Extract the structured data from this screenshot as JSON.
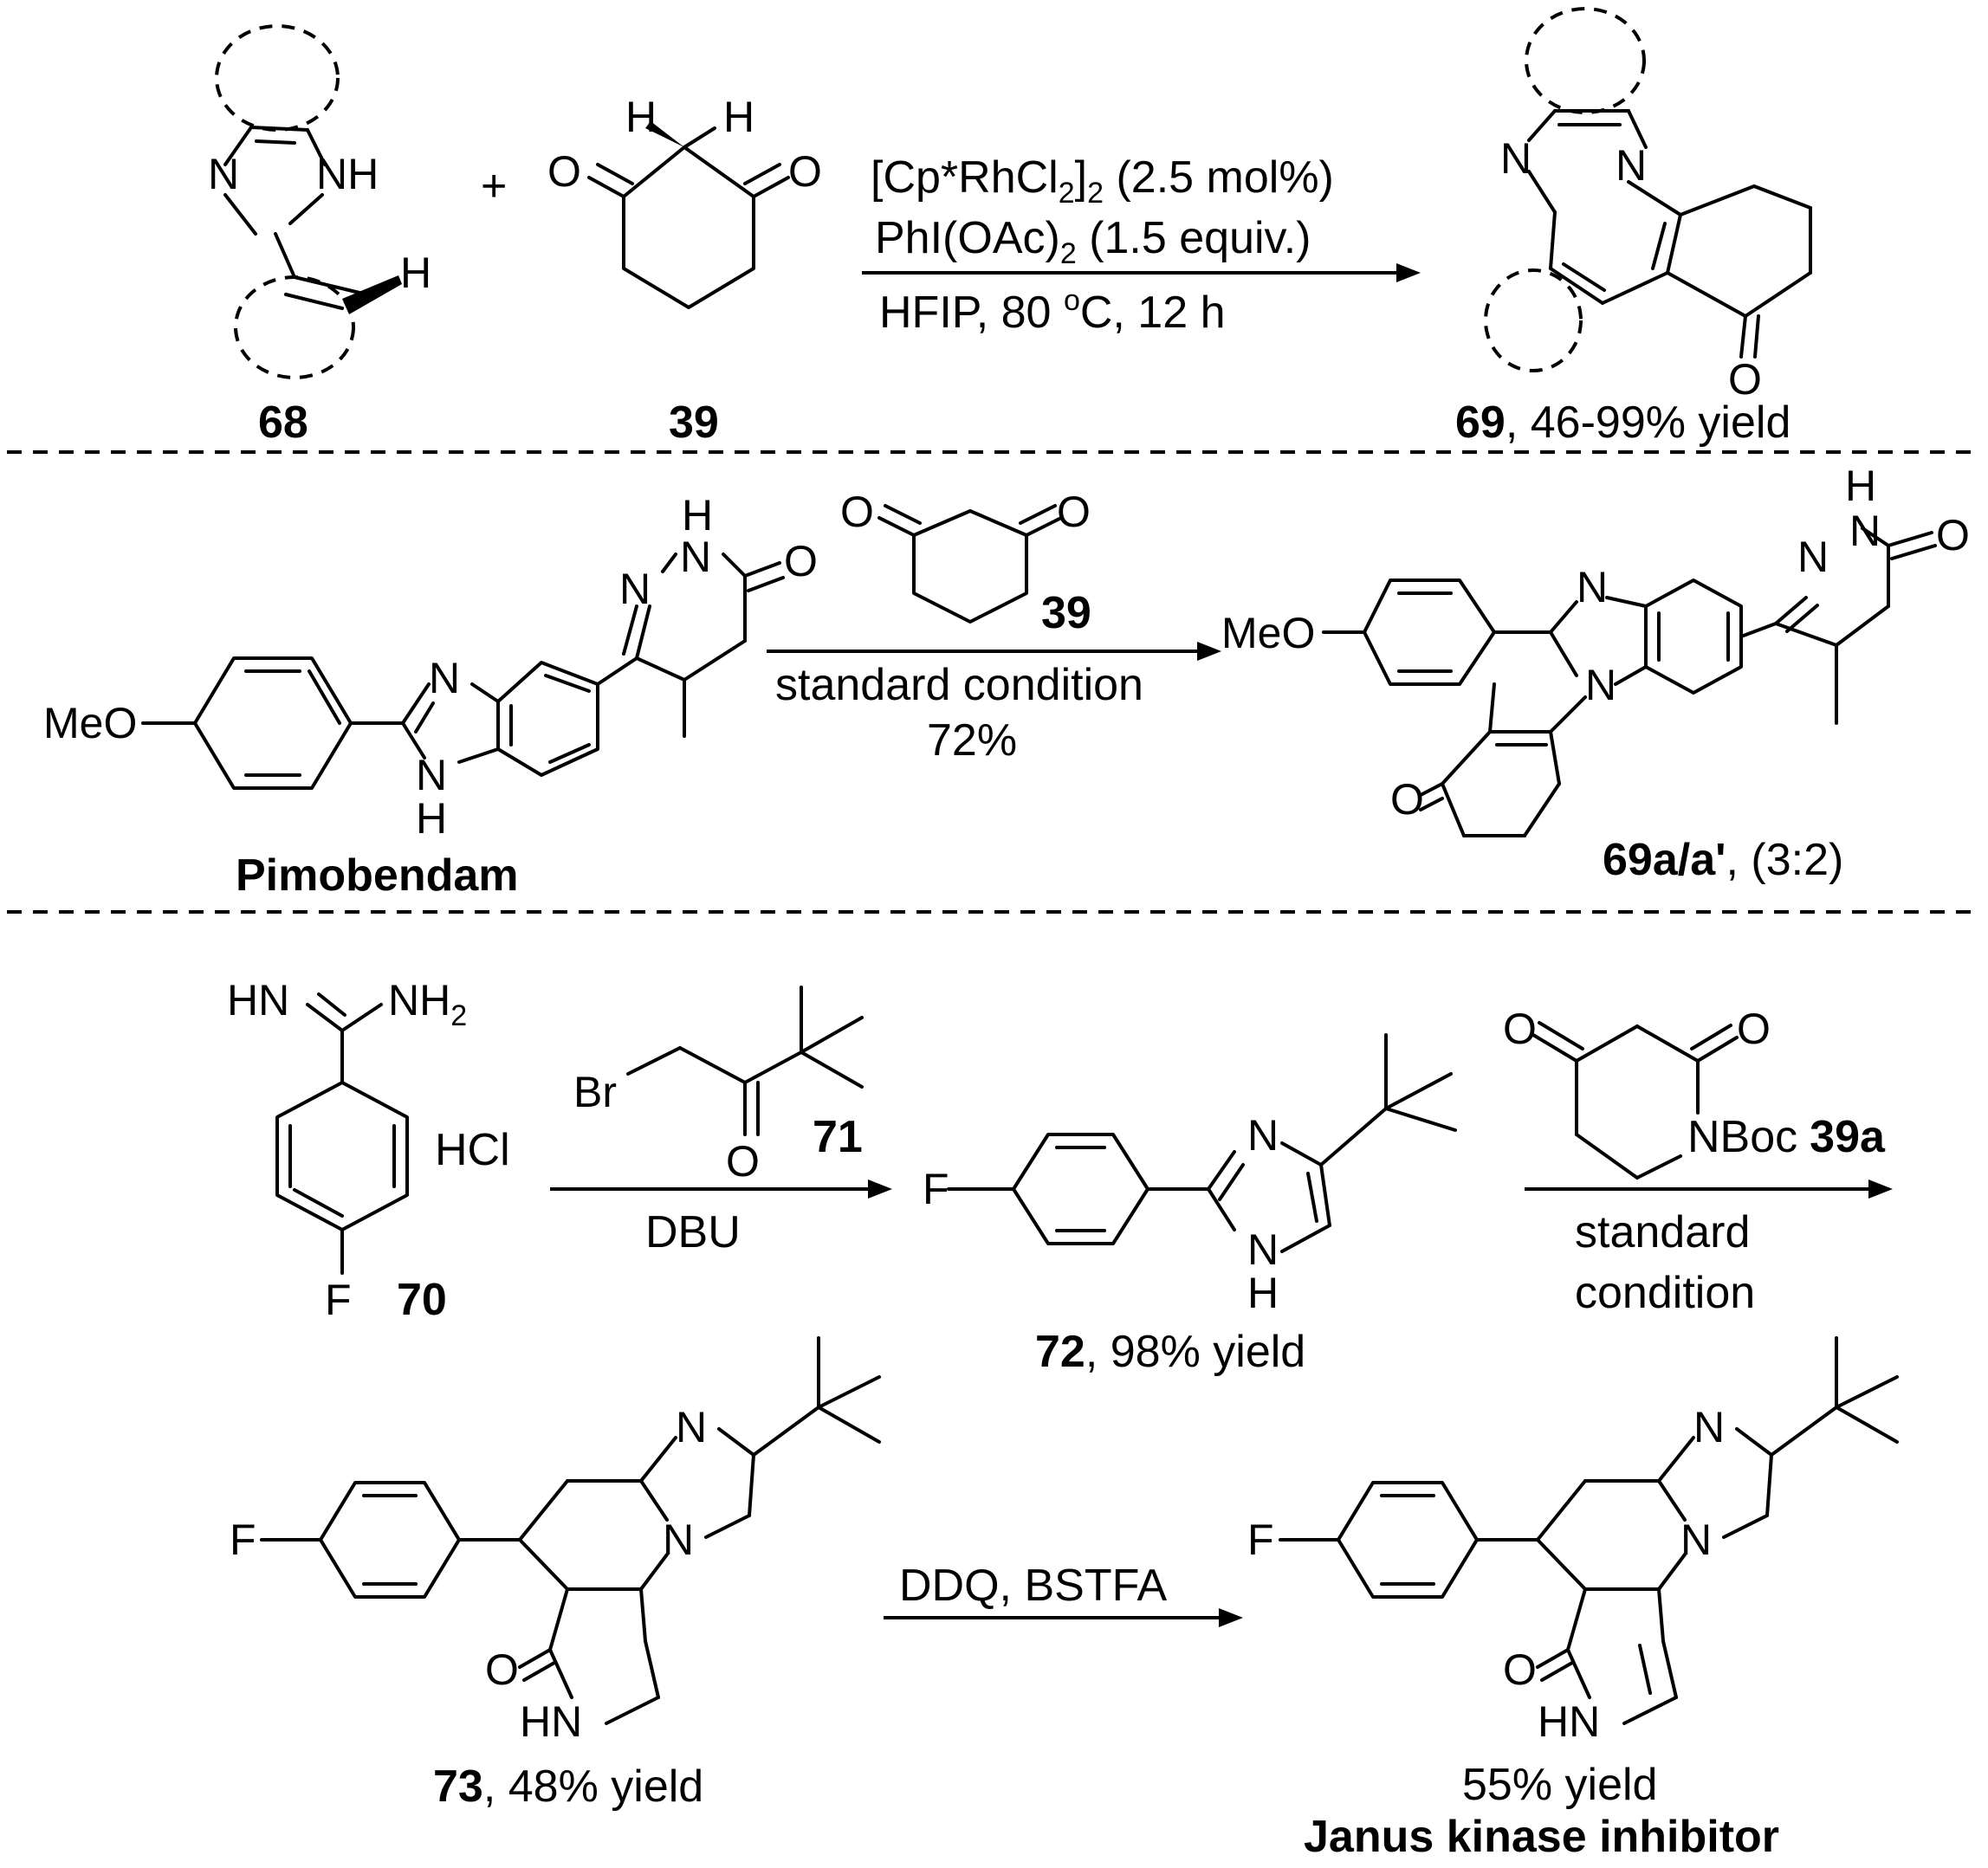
{
  "scheme1": {
    "compound_68": "68",
    "plus": "+",
    "compound_39": "39",
    "reagent_catalyst_main": "[Cp*RhCl",
    "reagent_catalyst_sub1": "2",
    "reagent_catalyst_mid": "]",
    "reagent_catalyst_sub2": "2",
    "reagent_catalyst_tail": " (2.5 mol%)",
    "reagent_oxidant_main": "PhI(OAc)",
    "reagent_oxidant_sub": "2",
    "reagent_oxidant_tail": " (1.5 equiv.)",
    "condition_prefix": "HFIP, 80 ",
    "condition_sup": "o",
    "condition_suffix": "C, 12 h",
    "product_id": "69",
    "product_yield": ", 46-99% yield"
  },
  "scheme2": {
    "start_name": "Pimobendam",
    "reagent_id": "39",
    "condition": "standard condition",
    "yield": "72%",
    "product_id": "69a/a'",
    "product_ratio": ", (3:2)"
  },
  "scheme3": {
    "hcl": "HCl",
    "compound_70": "70",
    "compound_71": "71",
    "base": "DBU",
    "compound_72": "72",
    "yield_72": ", 98% yield",
    "nboc": "NBoc",
    "compound_39a": "39a",
    "condition_line1": "standard",
    "condition_line2": "condition",
    "compound_73": "73",
    "yield_73": ", 48% yield",
    "oxidation_reagents": "DDQ, BSTFA",
    "final_yield": "55% yield",
    "final_name": "Janus kinase inhibitor"
  },
  "atoms": {
    "N": "N",
    "NH": "NH",
    "HN": "HN",
    "H": "H",
    "O": "O",
    "F": "F",
    "Br": "Br",
    "MeO": "MeO",
    "NH2_main": "NH",
    "NH2_sub": "2"
  }
}
